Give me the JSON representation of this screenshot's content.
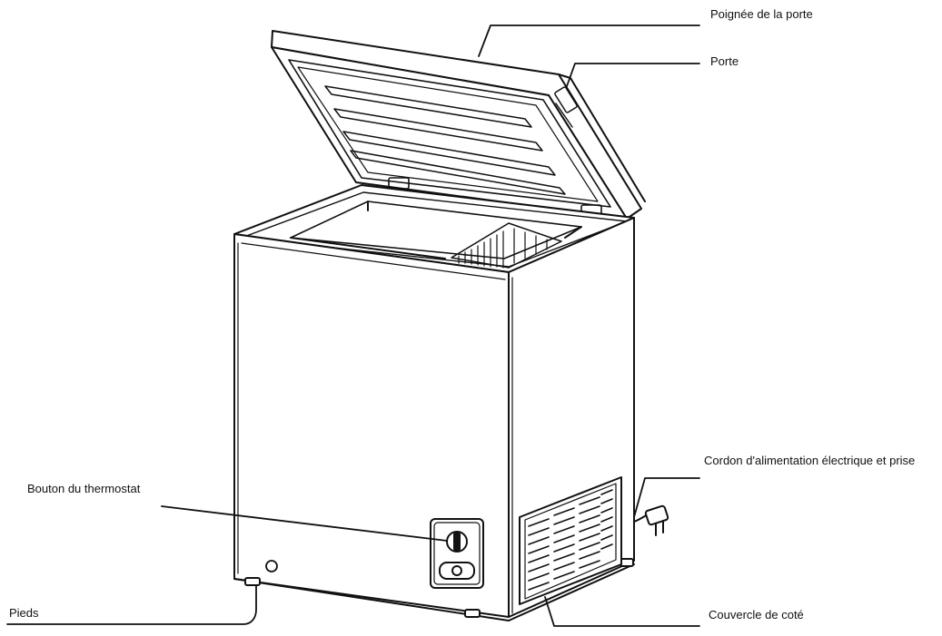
{
  "labels": {
    "handle": "Poignée de la porte",
    "door": "Porte",
    "power_cord": "Cordon d'alimentation électrique et prise",
    "thermostat": "Bouton du thermostat",
    "feet": "Pieds",
    "side_cover": "Couvercle de coté"
  },
  "colors": {
    "stroke": "#111111",
    "background": "#ffffff"
  }
}
